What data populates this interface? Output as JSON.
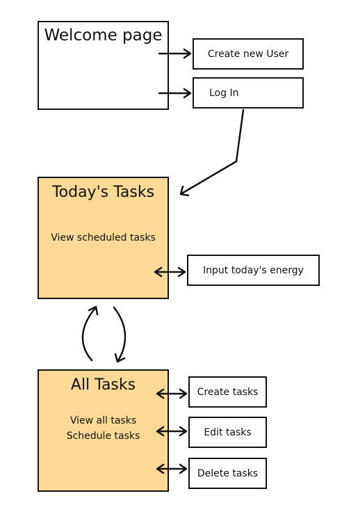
{
  "welcome": {
    "title": "Welcome page",
    "create_user": "Create new User",
    "login": "Log In"
  },
  "today": {
    "title": "Today's Tasks",
    "view_scheduled": "View scheduled tasks",
    "input_energy": "Input today's energy"
  },
  "all_tasks": {
    "title": "All Tasks",
    "view_all": "View all tasks",
    "schedule": "Schedule tasks",
    "create": "Create tasks",
    "edit": "Edit tasks",
    "delete": "Delete tasks"
  },
  "colors": {
    "screen_fill": "#fcd995",
    "stroke": "#111111"
  }
}
